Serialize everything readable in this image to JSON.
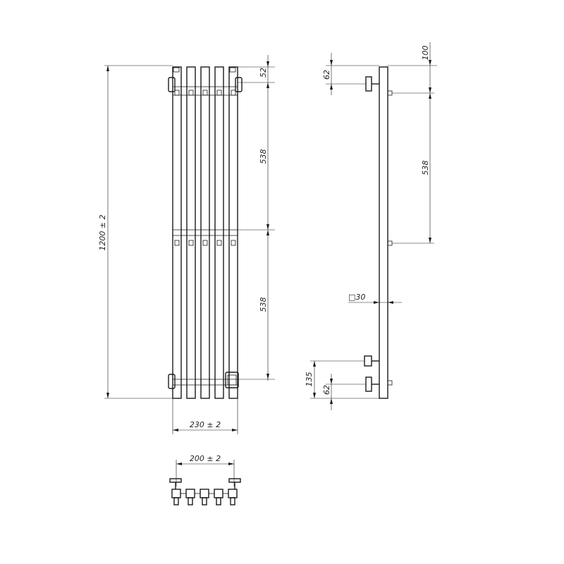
{
  "dimensions": {
    "overall_height": "1200 ± 2",
    "top_offset": "52",
    "center_spacing_upper": "538",
    "center_spacing_lower": "538",
    "overall_width": "230 ± 2",
    "bottom_width": "200 ± 2",
    "side_top": "100",
    "side_top_pipe": "62",
    "side_spacing": "538",
    "tube_profile": "□30",
    "side_bottom_135": "135",
    "side_bottom_62": "62"
  }
}
